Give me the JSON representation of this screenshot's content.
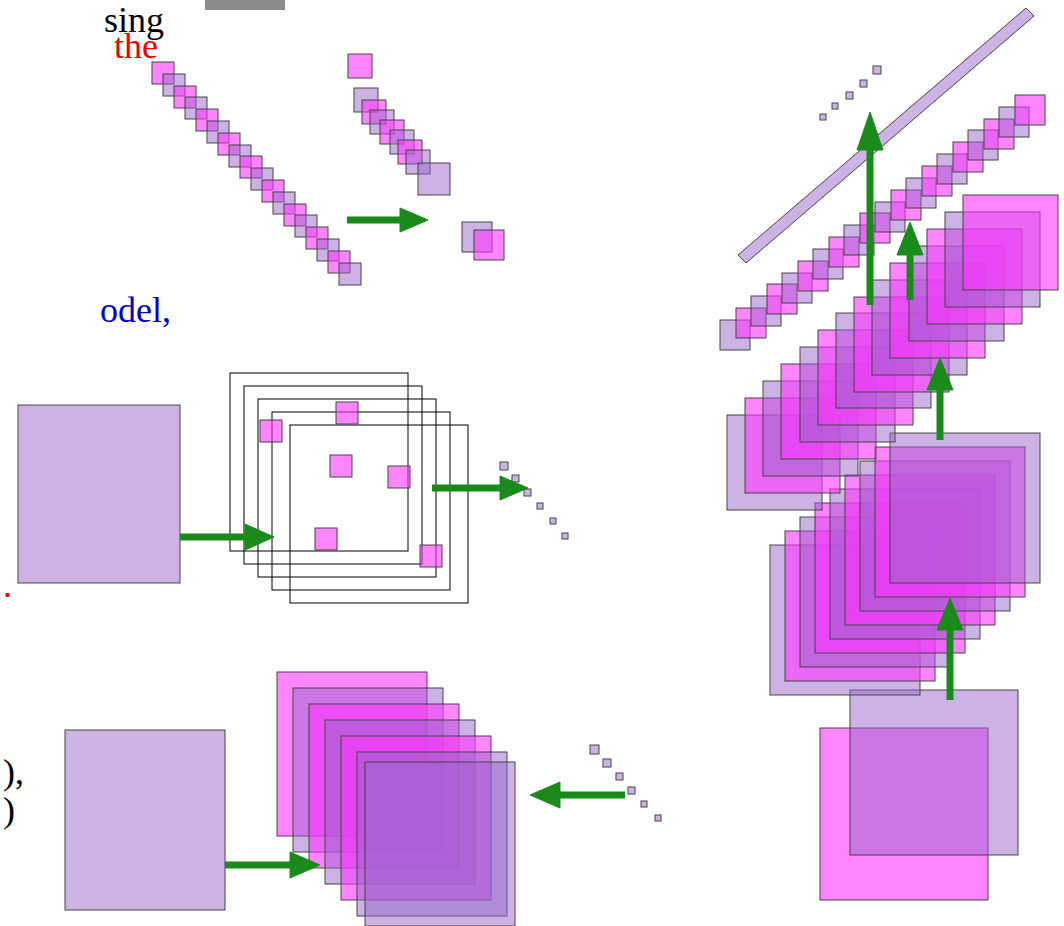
{
  "diagram": {
    "labels": [
      "sing",
      "the",
      "odel,",
      ".",
      "),",
      ")"
    ]
  }
}
